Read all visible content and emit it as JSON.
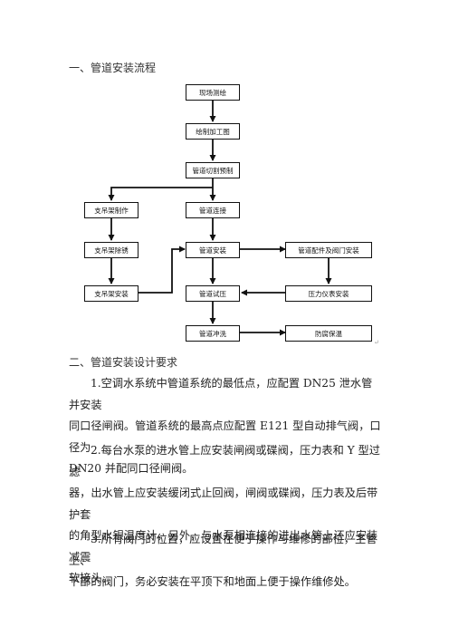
{
  "headings": {
    "flow": "一、管道安装流程",
    "design": "二、管道安装设计要求"
  },
  "flowchart": {
    "survey": "现场测绘",
    "drawing": "绘制加工图",
    "cutting": "管道切割预制",
    "support_make": "支吊架制作",
    "pipe_connect": "管道连接",
    "support_rust": "支吊架除锈",
    "pipe_install": "管道安装",
    "fittings": "管道配件及阀门安装",
    "support_install": "支吊架安装",
    "pressure_test": "管道试压",
    "gauge_install": "压力仪表安装",
    "flushing": "管道冲洗",
    "anticorrosion": "防腐保温"
  },
  "requirements": {
    "item1": [
      "1.空调水系统中管道系统的最低点，应配置 DN25 泄水管并安装",
      "同口径闸阀。管道系统的最高点应配置 E121 型自动排气阀，口径为",
      "DN20 并配同口径闸阀。"
    ],
    "item2": [
      "2.每台水泵的进水管上应安装闸阀或碟阀，压力表和 Y 型过滤",
      "器，出水管上应安装缓闭式止回阀，闸阀或碟阀，压力表及后带护套",
      "的角型水银温度计，另外，与水泵相连接的进出水管上还应安装减震",
      "软接头。"
    ],
    "item3": [
      "3.所有阀门的位置，应设置在便于操作与维修的部位，主管上、",
      "下部的阀门，务必安装在平顶下和地面上便于操作维修处。"
    ]
  }
}
